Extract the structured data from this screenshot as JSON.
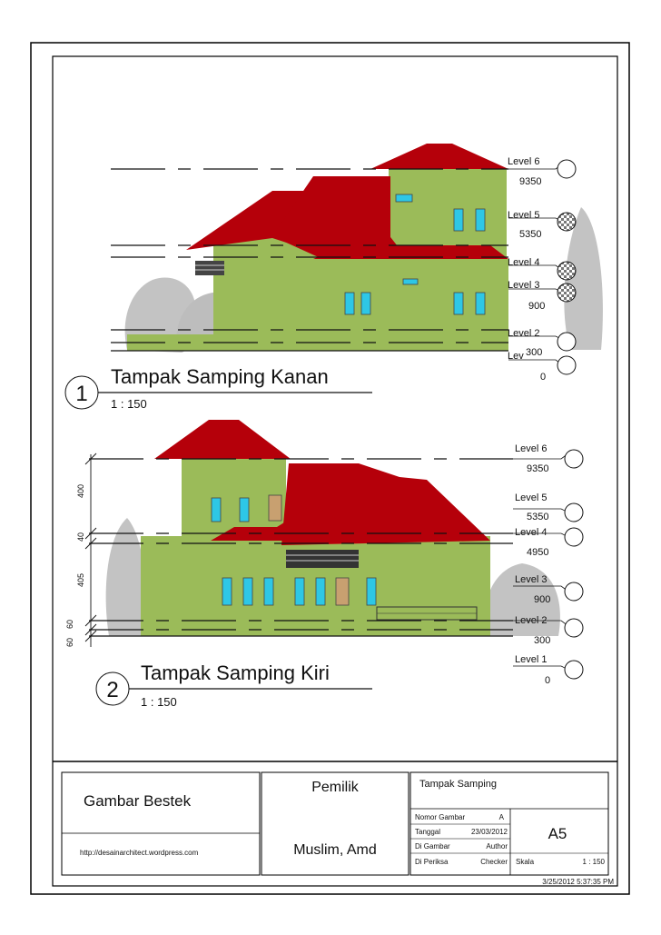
{
  "views": [
    {
      "number": "1",
      "title": "Tampak Samping Kanan",
      "scale": "1 : 150",
      "levels": [
        {
          "name": "Level 6",
          "value": "9350"
        },
        {
          "name": "Level 5",
          "value": "5350"
        },
        {
          "name": "Level 4",
          "value": ""
        },
        {
          "name": "Level 3",
          "value": "900"
        },
        {
          "name": "Level 2",
          "value": "300"
        },
        {
          "name": "Lev",
          "value": "0"
        }
      ]
    },
    {
      "number": "2",
      "title": "Tampak Samping Kiri",
      "scale": "1 : 150",
      "levels": [
        {
          "name": "Level 6",
          "value": "9350"
        },
        {
          "name": "Level 5",
          "value": "5350"
        },
        {
          "name": "Level 4",
          "value": "4950"
        },
        {
          "name": "Level 3",
          "value": "900"
        },
        {
          "name": "Level 2",
          "value": "300"
        },
        {
          "name": "Level 1",
          "value": "0"
        }
      ],
      "dimensions": [
        "400",
        "40",
        "405",
        "60",
        "60"
      ]
    }
  ],
  "title_block": {
    "project": "Gambar Bestek",
    "website": "http://desainarchitect.wordpress.com",
    "owner_label": "Pemilik",
    "owner_name": "Muslim, Amd",
    "sheet_title": "Tampak Samping",
    "nomor_gambar_label": "Nomor Gambar",
    "nomor_gambar_value": "A",
    "tanggal_label": "Tanggal",
    "tanggal_value": "23/03/2012",
    "di_gambar_label": "Di Gambar",
    "di_gambar_value": "Author",
    "di_periksa_label": "Di Periksa",
    "di_periksa_value": "Checker",
    "sheet_number": "A5",
    "skala_label": "Skala",
    "skala_value": "1 : 150",
    "timestamp": "3/25/2012 5:37:35 PM"
  },
  "colors": {
    "roof": "#b5000a",
    "wall": "#9bbb59",
    "window": "#2ec7e6",
    "tree": "#c3c3c3"
  }
}
